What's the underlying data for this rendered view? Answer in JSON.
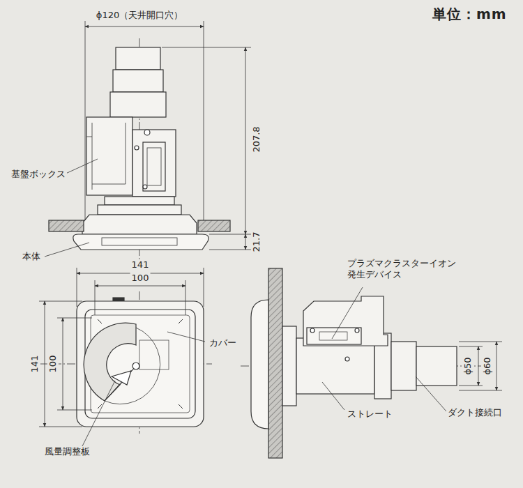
{
  "diagram": {
    "labels": [
      "単位：mm",
      "ϕ120（天井開口穴）",
      "207.8",
      "21.7",
      "基盤ボックス",
      "本体",
      "141",
      "100",
      "141",
      "100",
      "カバー",
      "風量調整板",
      "プラズマクラスターイオン 発生デバイス",
      "ストレート",
      "ダクト接続口",
      "ϕ50",
      "ϕ60"
    ]
  }
}
